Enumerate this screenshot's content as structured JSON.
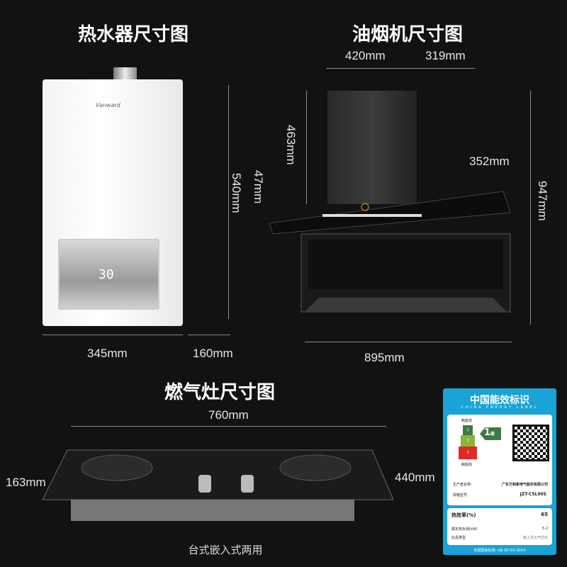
{
  "water_heater": {
    "title": "热水器尺寸图",
    "height": "540mm",
    "width": "345mm",
    "depth": "160mm",
    "display": "30"
  },
  "range_hood": {
    "title": "油烟机尺寸图",
    "chimney_width": "420mm",
    "chimney_depth": "319mm",
    "chimney_height": "463mm",
    "panel_gap": "47mm",
    "body_depth": "352mm",
    "total_height": "947mm",
    "width": "895mm"
  },
  "gas_stove": {
    "title": "燃气灶尺寸图",
    "width": "760mm",
    "height": "163mm",
    "depth": "440mm",
    "caption": "台式嵌入式两用"
  },
  "energy_label": {
    "title": "中国能效标识",
    "subtitle": "CHINA ENERGY LABEL",
    "low": "耗能低",
    "high": "耗能高",
    "grades": [
      "1",
      "2",
      "3"
    ],
    "grade": "1",
    "grade_unit": "级",
    "maker_label": "生产者名称:",
    "maker": "广东万和新电气股份有限公司",
    "model_label": "规格型号:",
    "model": "JZT-C5L90S",
    "efficiency_label": "热效率(%)",
    "efficiency": "65",
    "load_label": "额定热负荷(kW)",
    "load": "5.2",
    "type_label": "灶具类型",
    "type": "嵌入式大气式灶",
    "standard": "依据国家标准: GB 30720-2014",
    "colors": {
      "frame": "#19a3d6",
      "g1": "#3f7a45",
      "g2": "#8cb33a",
      "g3": "#e02a2a"
    }
  }
}
